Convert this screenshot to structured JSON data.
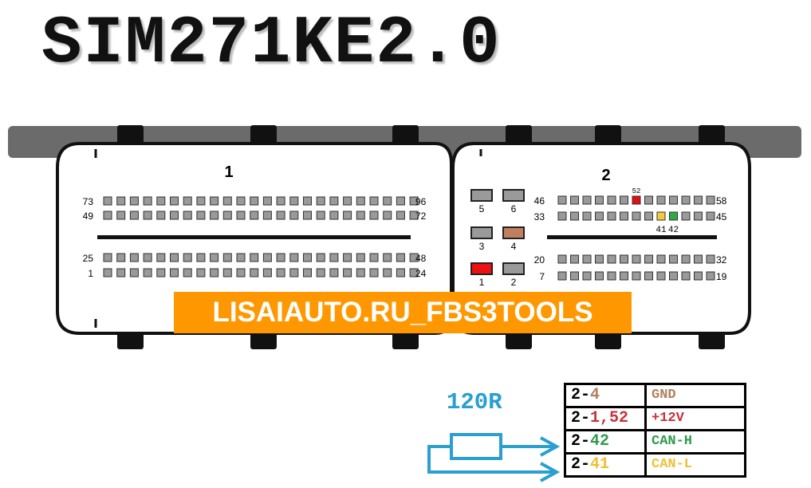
{
  "title": "SIM271KE2.0",
  "connector1": {
    "label": "1",
    "rows": [
      {
        "start": "73",
        "end": "96",
        "count": 24
      },
      {
        "start": "49",
        "end": "72",
        "count": 24
      },
      {
        "start": "25",
        "end": "48",
        "count": 24
      },
      {
        "start": "1",
        "end": "24",
        "count": 24
      }
    ]
  },
  "connector2": {
    "label": "2",
    "rows": [
      {
        "start": "46",
        "end": "58",
        "count": 13,
        "first": 46
      },
      {
        "start": "33",
        "end": "45",
        "count": 13,
        "first": 33
      },
      {
        "start": "20",
        "end": "32",
        "count": 13,
        "first": 20
      },
      {
        "start": "7",
        "end": "19",
        "count": 13,
        "first": 7
      }
    ],
    "highlight": {
      "52": "#e01010",
      "41": "#f5c842",
      "42": "#2fa84a"
    },
    "marks": [
      "52",
      "41",
      "42"
    ],
    "power_pins": [
      {
        "n": "5",
        "color": "#9a9a9a"
      },
      {
        "n": "6",
        "color": "#9a9a9a"
      },
      {
        "n": "3",
        "color": "#9a9a9a"
      },
      {
        "n": "4",
        "color": "#c08060"
      },
      {
        "n": "1",
        "color": "#ee1111"
      },
      {
        "n": "2",
        "color": "#9a9a9a"
      }
    ]
  },
  "banner": "LISAIAUTO.RU_FBS3TOOLS",
  "resistor_label": "120R",
  "pin_table": [
    {
      "prefix": "2-",
      "pin": "4",
      "signal": "GND",
      "color": "#b08060"
    },
    {
      "prefix": "2-",
      "pin": "1,52",
      "signal": "+12V",
      "color": "#c8323c"
    },
    {
      "prefix": "2-",
      "pin": "42",
      "signal": "CAN-H",
      "color": "#2f9a4a"
    },
    {
      "prefix": "2-",
      "pin": "41",
      "signal": "CAN-L",
      "color": "#f0c030"
    }
  ]
}
